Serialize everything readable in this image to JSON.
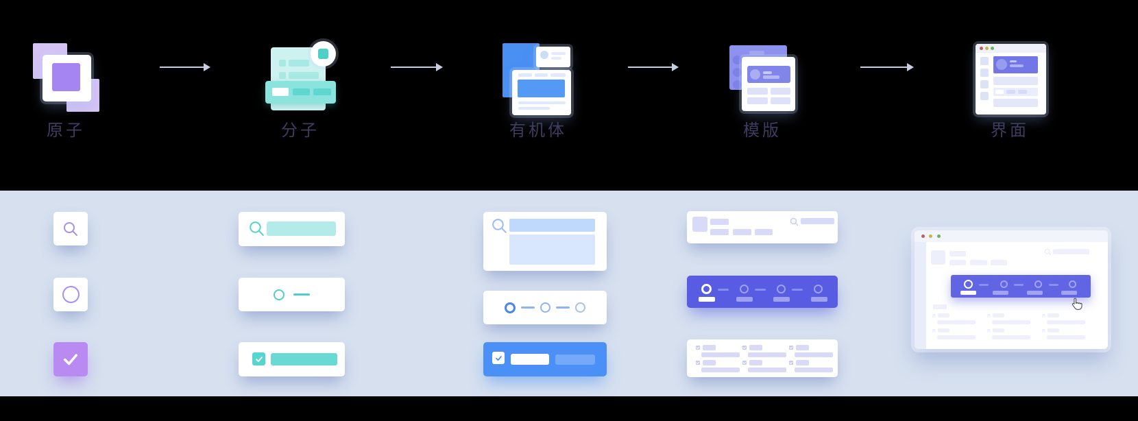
{
  "stages": [
    {
      "id": "atoms",
      "label": "原子"
    },
    {
      "id": "molecules",
      "label": "分子"
    },
    {
      "id": "organisms",
      "label": "有机体"
    },
    {
      "id": "templates",
      "label": "模版"
    },
    {
      "id": "pages",
      "label": "界面"
    }
  ],
  "icons": {
    "flow_arrow": "right-arrow",
    "search": "magnifier",
    "radio": "circle-outline",
    "checkbox": "checkmark-square",
    "stepper": "progress-steps",
    "window_controls": "traffic-light-dots",
    "cursor": "hand-pointer"
  },
  "colors": {
    "top_background": "#000000",
    "bottom_background": "#d6e0ef",
    "label_text": "#3f3c60",
    "arrow": "#c5d0e4",
    "atoms_purple": "#a98bf2",
    "atoms_purple_light": "#d5c3f5",
    "atoms_checkbox_fill": "#b98bf2",
    "molecules_teal": "#4ed0c8",
    "molecules_teal_light": "#cdf2f0",
    "organisms_blue": "#4a90f7",
    "organisms_blue_light": "#d8e7fd",
    "templates_indigo": "#575ce2",
    "templates_indigo_light": "#d8daf8",
    "pages_stepper_indigo": "#6165e3",
    "window_titlebar": "#f1f4fb",
    "window_dot_red": "#bb5f5f",
    "window_dot_yellow": "#c8b545",
    "window_dot_green": "#6cb35a"
  }
}
